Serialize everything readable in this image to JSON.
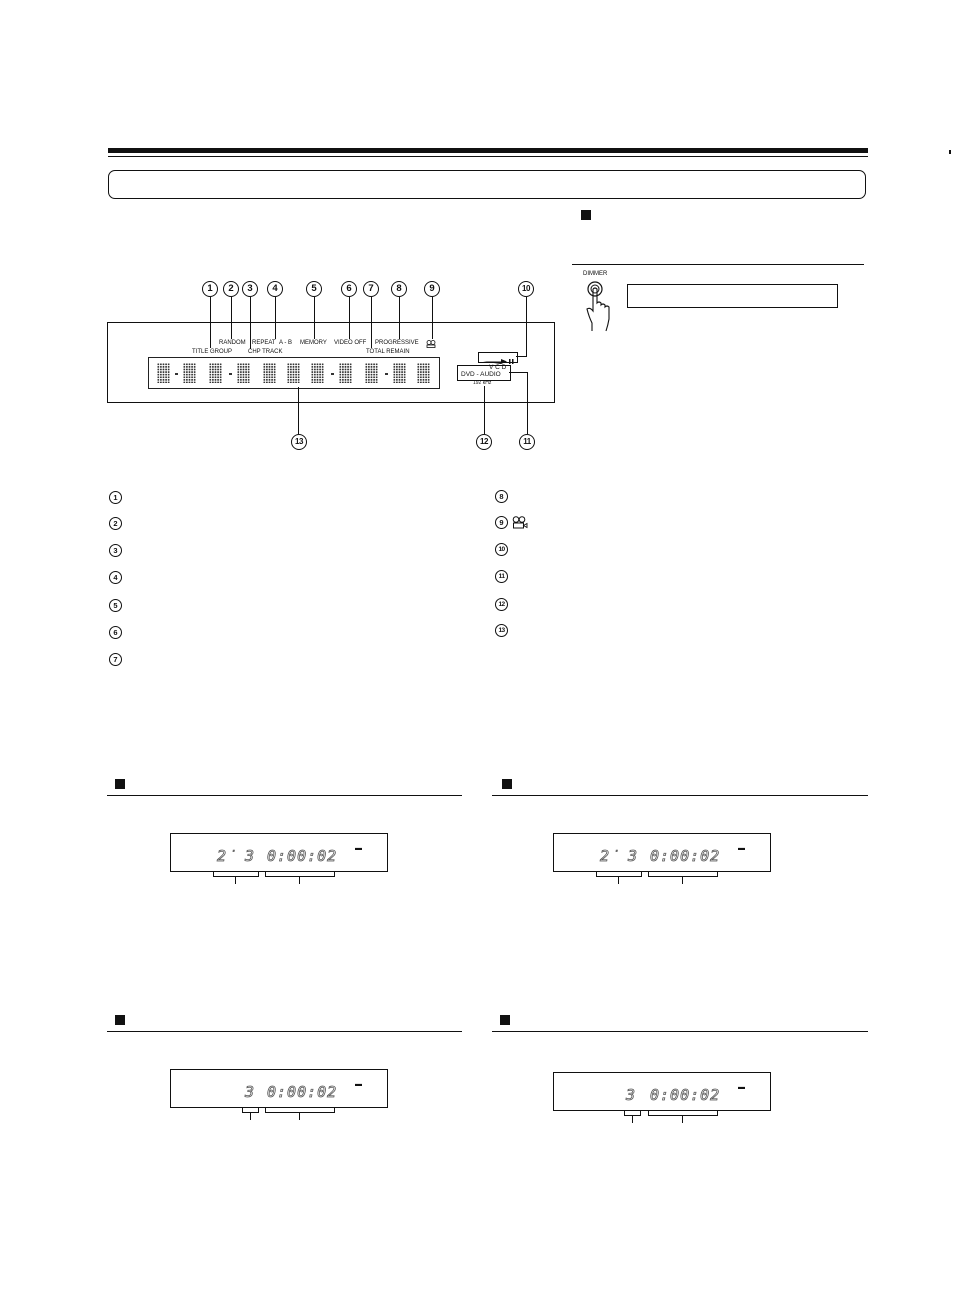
{
  "vfd": {
    "labels": {
      "title_group": "TITLE GROUP",
      "random": "RANDOM",
      "repeat": "REPEAT",
      "ab": "A - B",
      "chp_track": "CHP TRACK",
      "memory": "MEMORY",
      "video_off": "VIDEO OFF",
      "total_remain": "TOTAL REMAIN",
      "progressive": "PROGRESSIVE",
      "vcd": "V C D",
      "dvd_audio": "DVD - AUDIO",
      "khz": "192 kHz"
    },
    "callouts": [
      "1",
      "2",
      "3",
      "4",
      "5",
      "6",
      "7",
      "8",
      "9",
      "10",
      "11",
      "12",
      "13"
    ]
  },
  "dimmer": {
    "label": "DIMMER"
  },
  "legend": {
    "left": [
      "1",
      "2",
      "3",
      "4",
      "5",
      "6",
      "7"
    ],
    "right": [
      "8",
      "9",
      "10",
      "11",
      "12",
      "13"
    ]
  },
  "displays": [
    {
      "title_num": "2",
      "chapter_num": "3",
      "time": "0:00:02"
    },
    {
      "title_num": "2",
      "chapter_num": "3",
      "time": "0:00:02"
    },
    {
      "title_num": "",
      "chapter_num": "3",
      "time": "0:00:02"
    },
    {
      "title_num": "",
      "chapter_num": "3",
      "time": "0:00:02"
    }
  ],
  "icons": {
    "section_marker": "black-square",
    "play_pause": "play-pause-icon",
    "angle": "camera-angle-icon",
    "hand": "pressing-hand-icon"
  }
}
